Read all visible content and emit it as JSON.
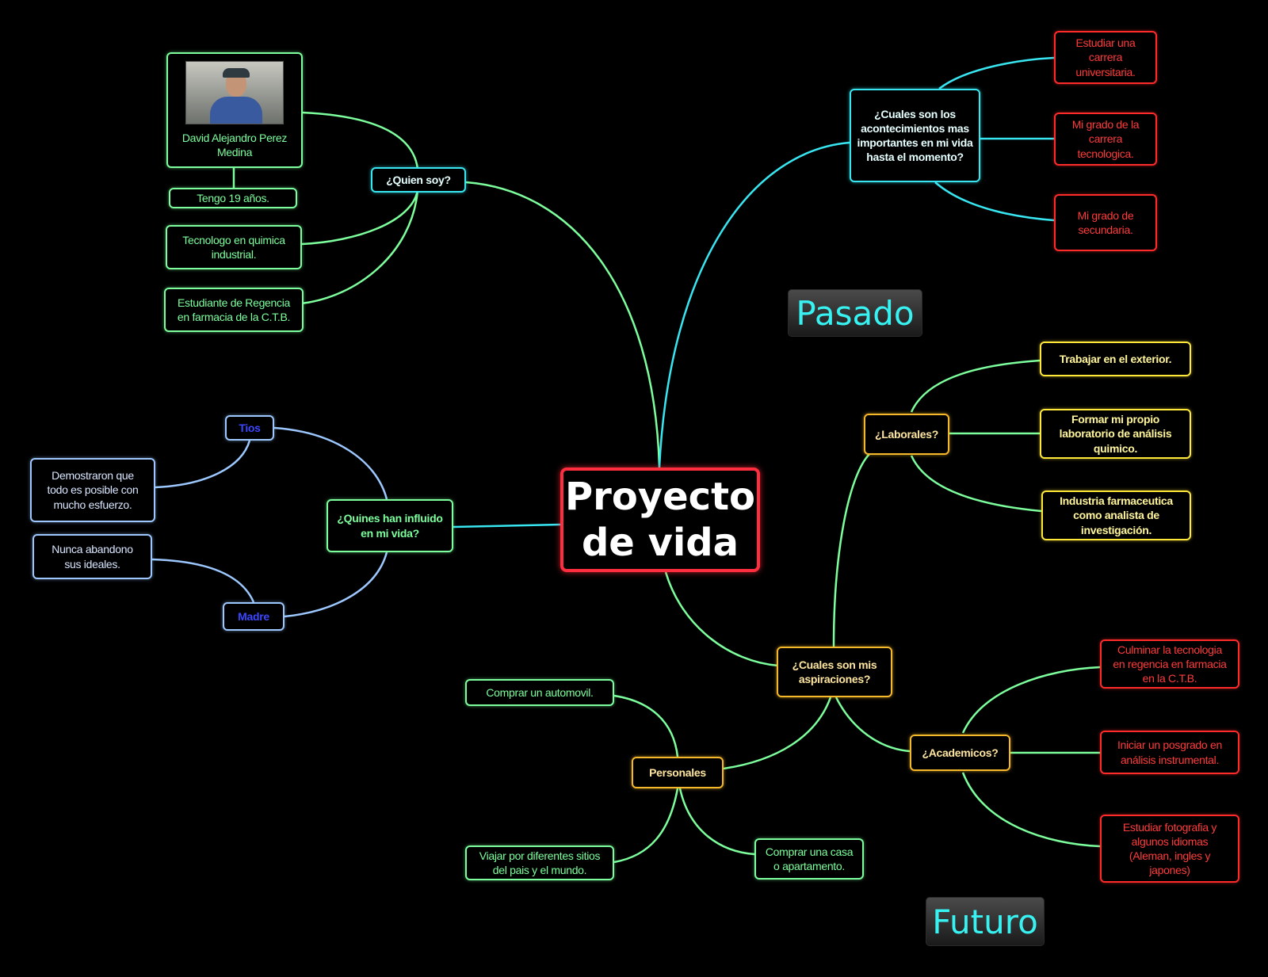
{
  "center": {
    "line1": "Proyecto",
    "line2": "de vida"
  },
  "labels": {
    "pasado": "Pasado",
    "futuro": "Futuro"
  },
  "quien": {
    "title": "¿Quien soy?",
    "name": [
      "David Alejandro Perez",
      "Medina"
    ],
    "age": "Tengo 19 años.",
    "tecnologo": [
      "Tecnologo en quimica",
      "industrial."
    ],
    "estudiante": [
      "Estudiante de Regencia",
      "en farmacia de la C.T.B."
    ]
  },
  "acontecimientos": {
    "title": [
      "¿Cuales son los",
      "acontecimientos mas",
      "importantes en mi vida",
      "hasta el momento?"
    ],
    "items": [
      [
        "Estudiar una",
        "carrera",
        "universitaria."
      ],
      [
        "Mi grado de la",
        "carrera",
        "tecnologica."
      ],
      [
        "Mi grado de",
        "secundaria."
      ]
    ]
  },
  "influido": {
    "title": [
      "¿Quines han influido",
      "en mi vida?"
    ],
    "tios": "Tios",
    "tios_text": [
      "Demostraron que",
      "todo es posible con",
      "mucho esfuerzo."
    ],
    "madre": "Madre",
    "madre_text": [
      "Nunca abandono",
      "sus ideales."
    ]
  },
  "aspiraciones": {
    "title": [
      "¿Cuales son mis",
      "aspiraciones?"
    ],
    "laborales": {
      "title": "¿Laborales?",
      "items": [
        [
          "Trabajar en el exterior."
        ],
        [
          "Formar mi propio",
          "laboratorio de análisis",
          "quimico."
        ],
        [
          "Industria farmaceutica",
          "como analista de",
          "investigación."
        ]
      ]
    },
    "academicos": {
      "title": "¿Academicos?",
      "items": [
        [
          "Culminar la tecnologia",
          "en regencia en farmacia",
          "en la C.T.B."
        ],
        [
          "Iniciar un posgrado en",
          "análisis instrumental."
        ],
        [
          "Estudiar fotografia y",
          "algunos idiomas",
          "(Aleman, ingles y",
          "japones)"
        ]
      ]
    },
    "personales": {
      "title": "Personales",
      "items": [
        [
          "Comprar un automovil."
        ],
        [
          "Viajar por diferentes sitios",
          "del pais y el mundo."
        ],
        [
          "Comprar una casa",
          "o apartamento."
        ]
      ]
    }
  },
  "colors": {
    "green": "#7CFF9C",
    "cyan": "#38E6F2",
    "red": "#FF2B2B",
    "yellow": "#FFE83A",
    "orange": "#F5B82A",
    "blue": "#9CC8FF"
  }
}
